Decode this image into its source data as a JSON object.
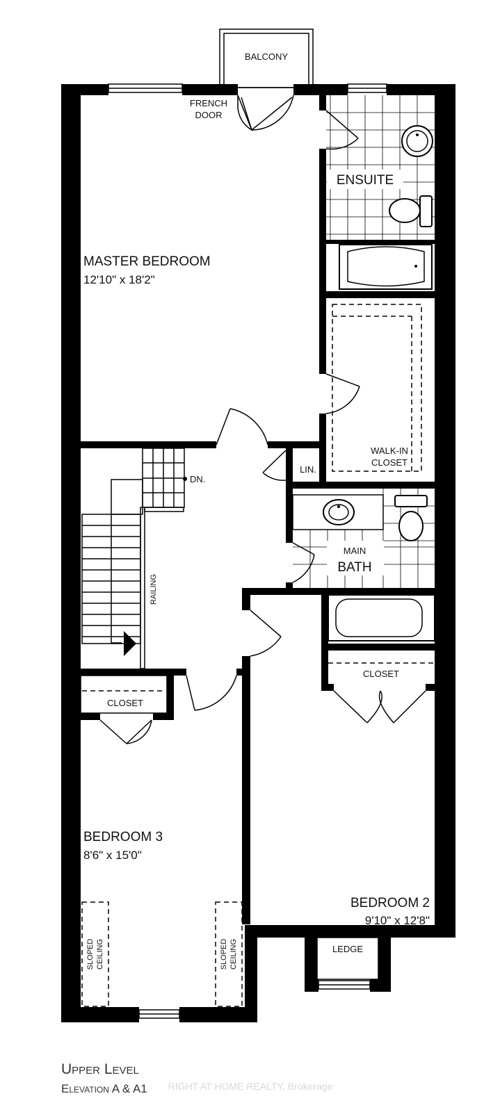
{
  "rooms": {
    "balcony": "BALCONY",
    "french_door": [
      "FRENCH",
      "DOOR"
    ],
    "ensuite": "ENSUITE",
    "master_name": "MASTER BEDROOM",
    "master_dim": "12'10\" x 18'2\"",
    "walkin": [
      "WALK-IN",
      "CLOSET"
    ],
    "lin": "LIN.",
    "dn": "DN.",
    "main_bath_top": "MAIN",
    "main_bath_bottom": "BATH",
    "railing": "RAILING",
    "closet_left": "CLOSET",
    "closet_right": "CLOSET",
    "bed3_name": "BEDROOM 3",
    "bed3_dim": "8'6\" x 15'0\"",
    "bed2_name": "BEDROOM 2",
    "bed2_dim": "9'10\" x 12'8\"",
    "ledge": "LEDGE",
    "sloped": [
      "SLOPED",
      "CEILING"
    ]
  },
  "caption": {
    "level": "Upper Level",
    "elevation": "Elevation A & A1"
  },
  "watermark": "RIGHT AT HOME REALTY, Brokerage"
}
